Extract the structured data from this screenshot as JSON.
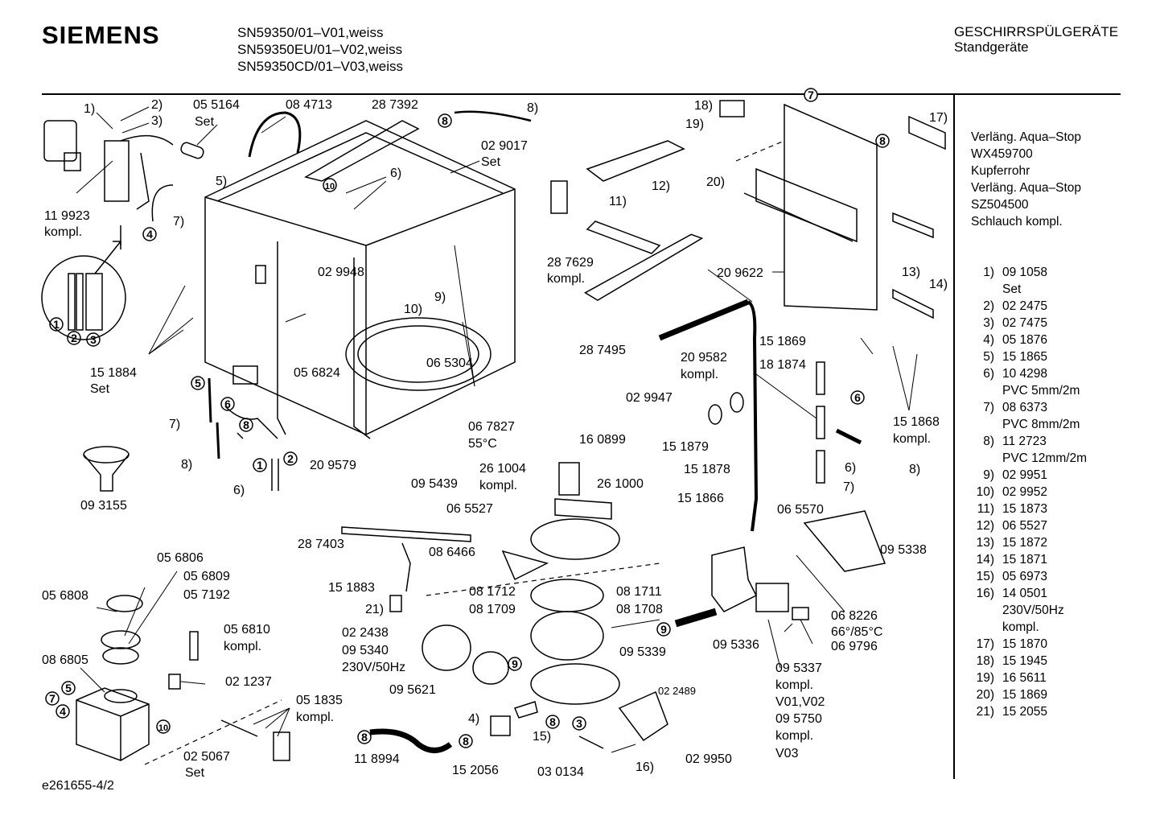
{
  "header": {
    "brand": "SIEMENS",
    "models": [
      "SN59350/01–V01,weiss",
      "SN59350EU/01–V02,weiss",
      "SN59350CD/01–V03,weiss"
    ],
    "category_title": "GESCHIRRSPÜLGERÄTE",
    "category_sub": "Standgeräte"
  },
  "accessories": [
    "Verläng. Aqua–Stop",
    "WX459700",
    "Kupferrohr",
    "Verläng. Aqua–Stop",
    "SZ504500",
    "Schlauch kompl."
  ],
  "parts_legend": [
    {
      "idx": "1)",
      "lines": [
        "09 1058",
        "Set"
      ]
    },
    {
      "idx": "2)",
      "lines": [
        "02 2475"
      ]
    },
    {
      "idx": "3)",
      "lines": [
        "02 7475"
      ]
    },
    {
      "idx": "4)",
      "lines": [
        "05 1876"
      ]
    },
    {
      "idx": "5)",
      "lines": [
        "15 1865"
      ]
    },
    {
      "idx": "6)",
      "lines": [
        "10 4298",
        "PVC 5mm/2m"
      ]
    },
    {
      "idx": "7)",
      "lines": [
        "08 6373",
        "PVC 8mm/2m"
      ]
    },
    {
      "idx": "8)",
      "lines": [
        "11 2723",
        "PVC 12mm/2m"
      ]
    },
    {
      "idx": "9)",
      "lines": [
        "02 9951"
      ]
    },
    {
      "idx": "10)",
      "lines": [
        "02 9952"
      ]
    },
    {
      "idx": "11)",
      "lines": [
        "15 1873"
      ]
    },
    {
      "idx": "12)",
      "lines": [
        "06 5527"
      ]
    },
    {
      "idx": "13)",
      "lines": [
        "15 1872"
      ]
    },
    {
      "idx": "14)",
      "lines": [
        "15 1871"
      ]
    },
    {
      "idx": "15)",
      "lines": [
        "05 6973"
      ]
    },
    {
      "idx": "16)",
      "lines": [
        "14 0501",
        "230V/50Hz",
        "kompl."
      ]
    },
    {
      "idx": "17)",
      "lines": [
        "15 1870"
      ]
    },
    {
      "idx": "18)",
      "lines": [
        "15 1945"
      ]
    },
    {
      "idx": "19)",
      "lines": [
        "16 5611"
      ]
    },
    {
      "idx": "20)",
      "lines": [
        "15 1869"
      ]
    },
    {
      "idx": "21)",
      "lines": [
        "15 2055"
      ]
    }
  ],
  "callouts": {
    "c1": "1)",
    "c2": "2)",
    "c3": "3)",
    "c119923": "11 9923",
    "ckompl_a": "kompl.",
    "c055164": "05 5164",
    "cset_a": "Set",
    "c084713": "08 4713",
    "c5": "5)",
    "c7a": "7)",
    "c287392": "28 7392",
    "c8a": "8)",
    "c029017": "02 9017",
    "cset_b": "Set",
    "c6a": "6)",
    "c029948": "02 9948",
    "c9": "9)",
    "c10": "10)",
    "c065304": "06 5304",
    "c056824": "05 6824",
    "c151884": "15 1884",
    "cset_c": "Set",
    "c7b": "7)",
    "c8b": "8)",
    "c209579": "20 9579",
    "c6b": "6)",
    "c093155": "09 3155",
    "c067827": "06 7827",
    "c55c": "55°C",
    "c095439": "09 5439",
    "c18": "18)",
    "c19": "19)",
    "c20": "20)",
    "c17": "17)",
    "c11": "11)",
    "c12": "12)",
    "c287629": "28 7629",
    "ckompl_b": "kompl.",
    "c209622": "20 9622",
    "c13": "13)",
    "c14": "14)",
    "c287495": "28 7495",
    "c209582": "20 9582",
    "ckompl_c": "kompl.",
    "c029947": "02 9947",
    "c151869": "15 1869",
    "c181874": "18 1874",
    "c151868": "15 1868",
    "ckompl_d": "kompl.",
    "c151879": "15 1879",
    "c151878": "15 1878",
    "c6c": "6)",
    "c8c": "8)",
    "c7c": "7)",
    "c160899": "16 0899",
    "c261004": "26 1004",
    "ckompl_e": "kompl.",
    "c261000": "26 1000",
    "c065527": "06 5527",
    "c287403": "28 7403",
    "c086466": "08 6466",
    "c151883": "15 1883",
    "c21": "21)",
    "c081712": "08 1712",
    "c081711": "08 1711",
    "c081709": "08 1709",
    "c081708": "08 1708",
    "c022438": "02 2438",
    "c095340": "09 5340",
    "c230v": "230V/50Hz",
    "c095339": "09 5339",
    "c095621": "09 5621",
    "c4": "4)",
    "c022489": "02 2489",
    "c151866": "15 1866",
    "c065570": "06 5570",
    "c095338": "09 5338",
    "c068226": "06 8226",
    "c6685": "66°/85°C",
    "c095336": "09 5336",
    "c069796": "06 9796",
    "c095337": "09 5337",
    "ckompl_f": "kompl.",
    "cv01v02": "V01,V02",
    "c095750": "09 5750",
    "ckompl_g": "kompl.",
    "cv03": "V03",
    "c15": "15)",
    "c16": "16)",
    "c029950": "02 9950",
    "c118994": "11 8994",
    "c152056": "15 2056",
    "c030134": "03 0134",
    "c056806": "05 6806",
    "c056809": "05 6809",
    "c056808": "05 6808",
    "c057192": "05 7192",
    "c056810": "05 6810",
    "ckompl_h": "kompl.",
    "c086805": "08 6805",
    "c021237": "02 1237",
    "c051835": "05 1835",
    "ckompl_i": "kompl.",
    "c025067": "02 5067",
    "cset_d": "Set"
  },
  "circled_refs": {
    "r4": "4",
    "r8a": "8",
    "r10a": "10",
    "r5a": "5",
    "r6a": "6",
    "r8b": "8",
    "r1a": "1",
    "r2a": "2",
    "r7top": "7",
    "r8c": "8",
    "r6c": "6",
    "r9a": "9",
    "r9b": "9",
    "r8d": "8",
    "r3a": "3",
    "r8e": "8",
    "r8f": "8",
    "r7b": "7",
    "r5b": "5",
    "r4b": "4",
    "r10b": "10",
    "rl1": "1",
    "rl2": "2",
    "rl3": "3"
  },
  "footer": "e261655-4/2"
}
